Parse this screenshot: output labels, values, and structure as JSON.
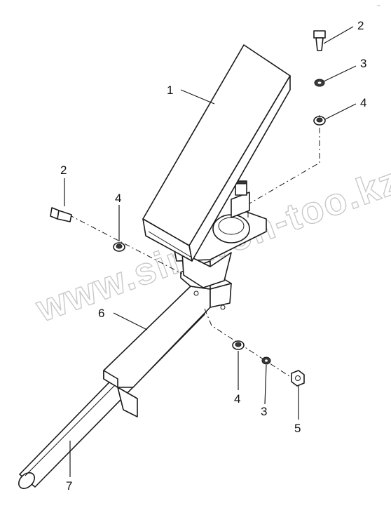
{
  "watermark": "www.sinhron-too.kz",
  "callouts": {
    "c1": "1",
    "c2a": "2",
    "c2b": "2",
    "c3a": "3",
    "c3b": "3",
    "c4a": "4",
    "c4b": "4",
    "c4c": "4",
    "c5": "5",
    "c6": "6",
    "c7": "7"
  },
  "corner_mark": "–"
}
